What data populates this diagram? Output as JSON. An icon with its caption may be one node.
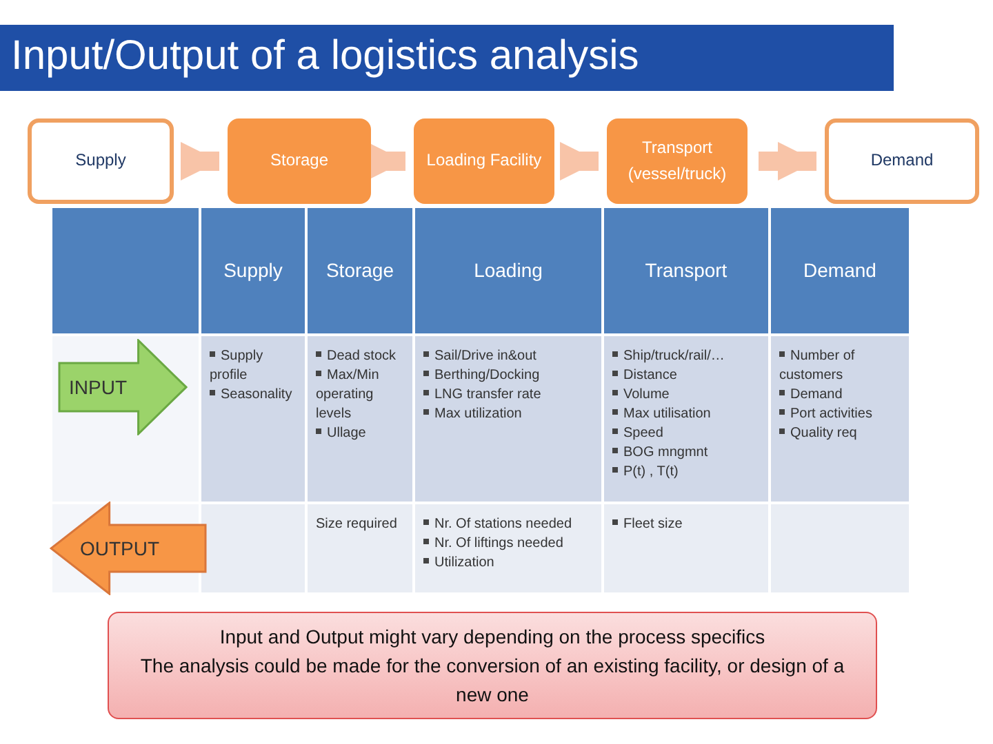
{
  "diagram": {
    "title": "Input/Output of a logistics analysis",
    "nodes": [
      {
        "text": [
          "Supply"
        ]
      },
      {
        "text": [
          "Storage"
        ]
      },
      {
        "text": [
          "Loading Facility"
        ]
      },
      {
        "text": [
          "Transport (vessel/truck)"
        ]
      },
      {
        "text": [
          "Demand"
        ]
      },
      {
        "text": [
          "INPUT"
        ]
      },
      {
        "text": [
          "OUTPUT"
        ]
      },
      {
        "text": [
          "Input and Output might vary depending on the process specifics",
          "The analysis could be made for the conversion of an existing facility, or design of a new one"
        ]
      }
    ],
    "edges": [
      {
        "from": 0,
        "to": 1,
        "arrow": "to"
      },
      {
        "from": 1,
        "to": 2,
        "arrow": "to"
      },
      {
        "from": 2,
        "to": 3,
        "arrow": "to"
      },
      {
        "from": 3,
        "to": 4,
        "arrow": "to"
      }
    ],
    "labels": [
      "Supply",
      "Storage",
      "Loading",
      "Transport",
      "Demand",
      "Supply profile",
      "Seasonality",
      "Dead stock",
      "Max/Min operating levels",
      "Ullage",
      "Sail/Drive in&out",
      "Berthing/Docking",
      "LNG transfer rate",
      "Max utilization",
      "Ship/truck/rail/…",
      "Distance",
      "Volume",
      "Max utilisation",
      "Speed",
      "BOG mngmnt",
      "P(t) , T(t)",
      "Number of customers",
      "Demand",
      "Port activities",
      "Quality req",
      "Size required",
      "Nr. Of stations needed",
      "Nr. Of liftings needed",
      "Utilization",
      "Fleet size"
    ]
  }
}
